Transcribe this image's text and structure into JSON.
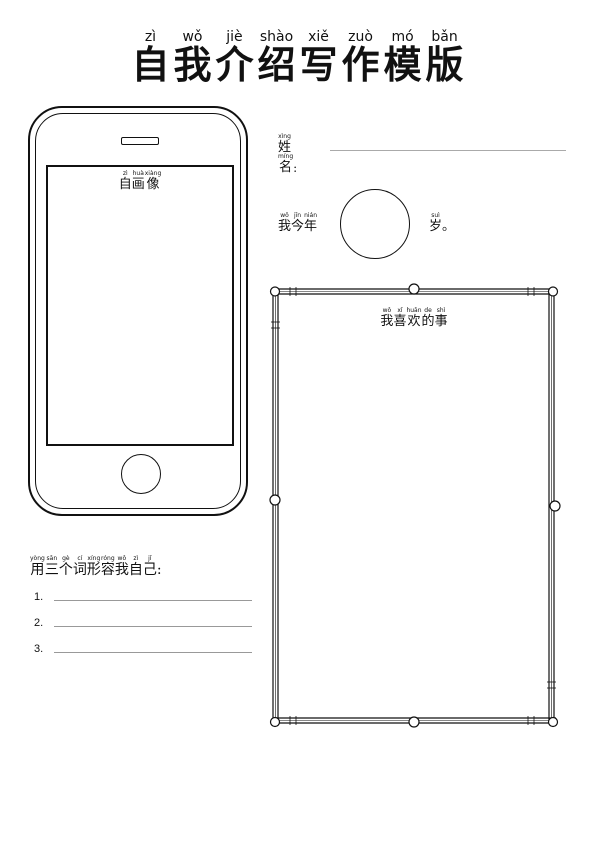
{
  "title": [
    {
      "py": "zì",
      "hz": "自"
    },
    {
      "py": "wǒ",
      "hz": "我"
    },
    {
      "py": "jiè",
      "hz": "介"
    },
    {
      "py": "shào",
      "hz": "绍"
    },
    {
      "py": "xiě",
      "hz": "写"
    },
    {
      "py": "zuò",
      "hz": "作"
    },
    {
      "py": "mó",
      "hz": "模"
    },
    {
      "py": "bǎn",
      "hz": "版"
    }
  ],
  "portrait": [
    {
      "py": "zì",
      "hz": "自"
    },
    {
      "py": "huà",
      "hz": "画"
    },
    {
      "py": "xiàng",
      "hz": "像"
    }
  ],
  "name": {
    "chars": [
      {
        "py": "xìng",
        "hz": "姓"
      },
      {
        "py": "míng",
        "hz": "名"
      }
    ],
    "colon": ":"
  },
  "age": {
    "prefix": [
      {
        "py": "wǒ",
        "hz": "我"
      },
      {
        "py": "jīn",
        "hz": "今"
      },
      {
        "py": "nián",
        "hz": "年"
      }
    ],
    "suffix": {
      "py": "suì",
      "hz": "岁"
    },
    "end": "。"
  },
  "favorite": [
    {
      "py": "wǒ",
      "hz": "我"
    },
    {
      "py": "xǐ",
      "hz": "喜"
    },
    {
      "py": "huān",
      "hz": "欢"
    },
    {
      "py": "de",
      "hz": "的"
    },
    {
      "py": "shì",
      "hz": "事"
    }
  ],
  "describe": {
    "chars": [
      {
        "py": "yòng",
        "hz": "用"
      },
      {
        "py": "sān",
        "hz": "三"
      },
      {
        "py": "gè",
        "hz": "个"
      },
      {
        "py": "cí",
        "hz": "词"
      },
      {
        "py": "xíng",
        "hz": "形"
      },
      {
        "py": "róng",
        "hz": "容"
      },
      {
        "py": "wǒ",
        "hz": "我"
      },
      {
        "py": "zì",
        "hz": "自"
      },
      {
        "py": "jǐ",
        "hz": "己"
      }
    ],
    "colon": ":"
  },
  "lines": [
    "1.",
    "2.",
    "3."
  ]
}
